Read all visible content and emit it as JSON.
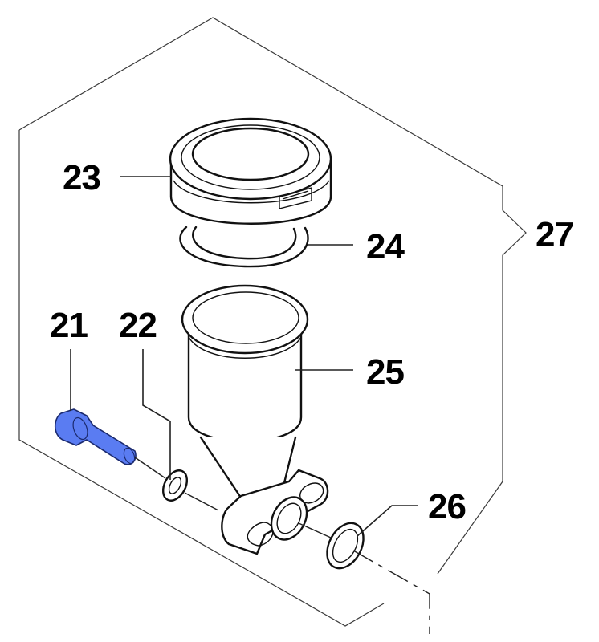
{
  "diagram": {
    "type": "exploded-parts-view",
    "highlight_color": "#5a7cf2",
    "line_color": "#111111",
    "background": "#ffffff",
    "callouts": [
      {
        "id": "21",
        "label": "21",
        "part": "cap screw (highlighted)"
      },
      {
        "id": "22",
        "label": "22",
        "part": "washer"
      },
      {
        "id": "23",
        "label": "23",
        "part": "lid / cap"
      },
      {
        "id": "24",
        "label": "24",
        "part": "o-ring seal"
      },
      {
        "id": "25",
        "label": "25",
        "part": "cup / reservoir body"
      },
      {
        "id": "26",
        "label": "26",
        "part": "o-ring"
      },
      {
        "id": "27",
        "label": "27",
        "part": "assembly (bracketed group)"
      }
    ]
  }
}
